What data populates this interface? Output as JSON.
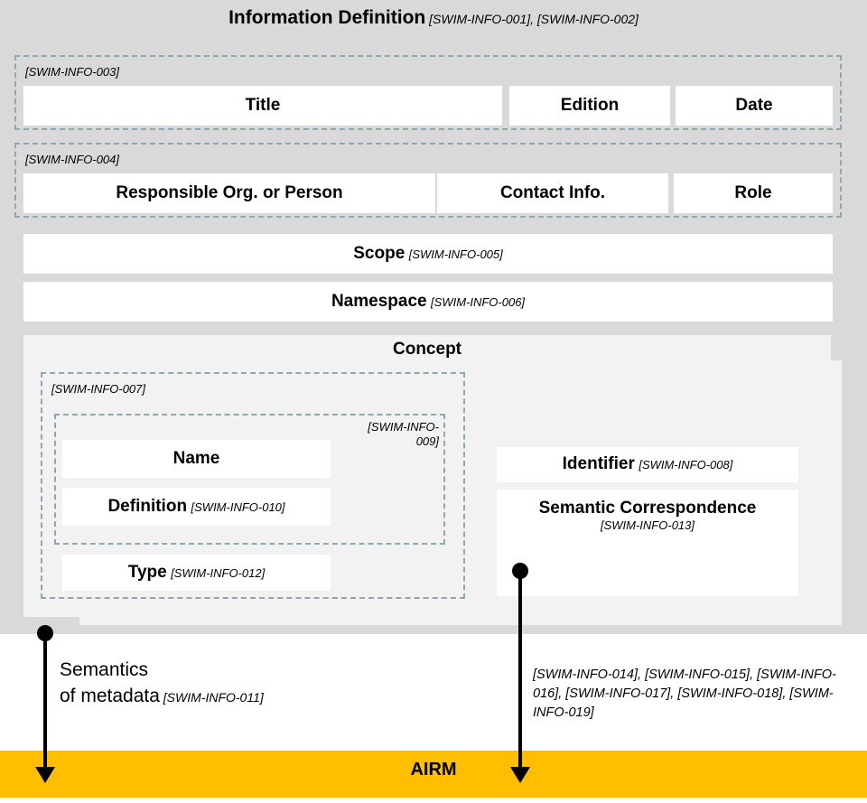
{
  "title": {
    "main": "Information Definition",
    "refs": "[SWIM-INFO-001], [SWIM-INFO-002]"
  },
  "groups": {
    "identification": {
      "label": "[SWIM-INFO-003]"
    },
    "responsibility": {
      "label": "[SWIM-INFO-004]"
    },
    "concept_outer": {
      "label": "[SWIM-INFO-007]"
    },
    "concept_inner": {
      "label": "[SWIM-INFO-009]"
    }
  },
  "row_identification": [
    {
      "label": "Title",
      "ref": ""
    },
    {
      "label": "Edition",
      "ref": ""
    },
    {
      "label": "Date",
      "ref": ""
    }
  ],
  "row_responsibility": [
    {
      "label": "Responsible Org. or Person",
      "ref": ""
    },
    {
      "label": "Contact Info.",
      "ref": ""
    },
    {
      "label": "Role",
      "ref": ""
    }
  ],
  "scope": {
    "label": "Scope",
    "ref": "[SWIM-INFO-005]"
  },
  "namespace": {
    "label": "Namespace",
    "ref": "[SWIM-INFO-006]"
  },
  "concept": {
    "title": "Concept",
    "name": {
      "label": "Name",
      "ref": ""
    },
    "definition": {
      "label": "Definition",
      "ref": "[SWIM-INFO-010]"
    },
    "type": {
      "label": "Type",
      "ref": "[SWIM-INFO-012]"
    },
    "identifier": {
      "label": "Identifier",
      "ref": "[SWIM-INFO-008]"
    },
    "semantic_correspondence": {
      "label": "Semantic Correspondence",
      "ref": "[SWIM-INFO-013]"
    }
  },
  "semantics_note": {
    "line1": "Semantics",
    "line2": "of metadata",
    "ref": "[SWIM-INFO-011]"
  },
  "airm_refs": "[SWIM-INFO-014], [SWIM-INFO-015], [SWIM-INFO-016], [SWIM-INFO-017], [SWIM-INFO-018], [SWIM-INFO-019]",
  "airm": {
    "label": "AIRM"
  },
  "colors": {
    "background": "#d9d9d9",
    "panel": "#f2f2f2",
    "cell": "#ffffff",
    "dashed_border": "#8fa8ad",
    "airm_band": "#ffbe00",
    "arrow": "#000000",
    "text": "#000000"
  }
}
